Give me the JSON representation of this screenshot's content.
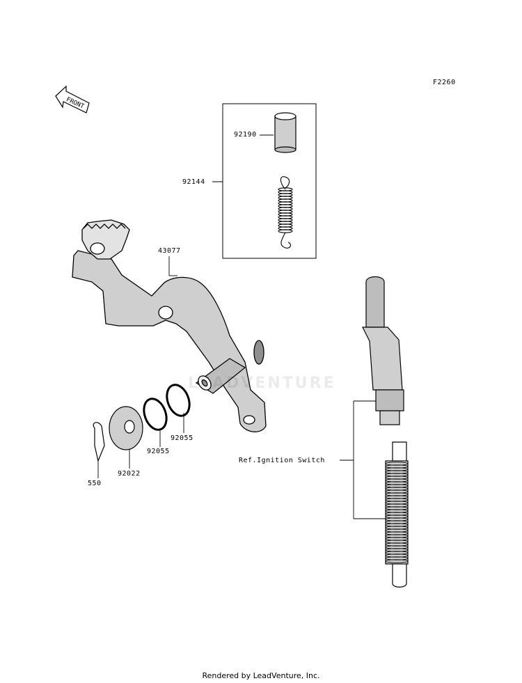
{
  "figure_code": "F2260",
  "front_label": "FRONT",
  "watermark": "LEADVENTURE",
  "parts": {
    "p92190": "92190",
    "p92144": "92144",
    "p43077": "43077",
    "p92055a": "92055",
    "p92055b": "92055",
    "p92022": "92022",
    "p550": "550",
    "ref": "Ref.Ignition Switch"
  },
  "footer": "Rendered by LeadVenture, Inc."
}
